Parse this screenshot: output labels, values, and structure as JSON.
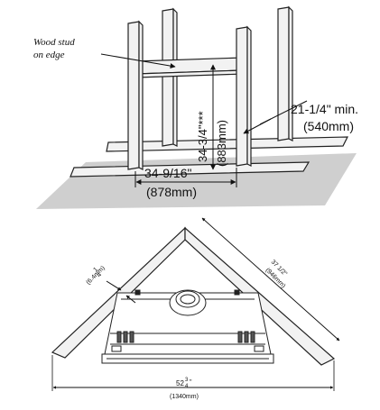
{
  "framing": {
    "stud_label_line1": "Wood stud",
    "stud_label_line2": "on edge",
    "height_imperial": "34-3/4\"***",
    "height_metric": "(883mm)",
    "depth_imperial": "21-1/4\" min.",
    "depth_metric": "(540mm)",
    "width_imperial": "34-9/16\"",
    "width_metric": "(878mm)"
  },
  "corner_plan": {
    "gap_imperial_whole": "1",
    "gap_imperial_frac": "4",
    "gap_metric": "(6.4mm)",
    "side_imperial": "37 1/2\"",
    "side_metric": "(946mm)",
    "span_whole": "52",
    "span_frac_num": "3",
    "span_frac_den": "4",
    "span_inch_mark": "\"",
    "span_metric": "(1340mm)"
  },
  "colors": {
    "ground": "#cfcfcf",
    "stud_fill": "#f2f2f2",
    "stud_stroke": "#222222",
    "line": "#111111"
  }
}
